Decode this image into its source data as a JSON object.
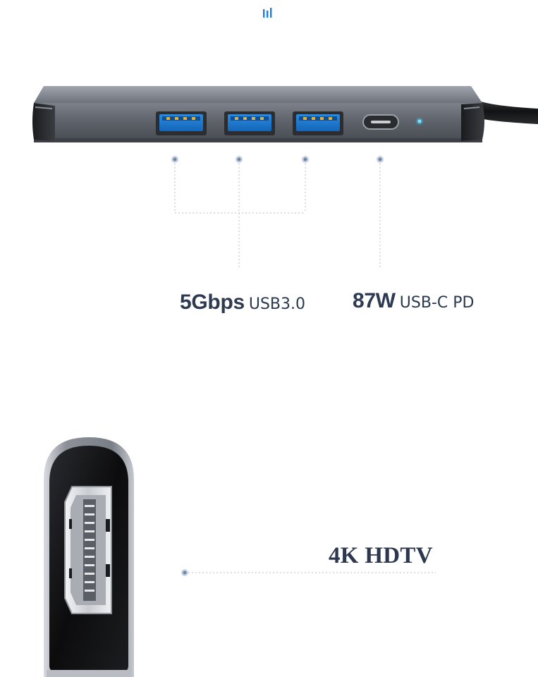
{
  "colors": {
    "background": "#ffffff",
    "label_text": "#2d3a52",
    "usb_blue": "#1e7fd6",
    "indicator_light": "#35d0ff",
    "hub_body": "#6a6f78",
    "leader_line": "#b9bec7"
  },
  "icons": {
    "brand": "brand-logo-icon",
    "usb_port": "usb-a-port-icon",
    "usbc_port": "usb-c-port-icon",
    "hdmi_port": "hdmi-port-icon"
  },
  "callouts": {
    "usb": {
      "value": "5Gbps",
      "description": "USB3.0"
    },
    "pd": {
      "value": "87W",
      "description": "USB-C PD"
    },
    "hdmi": {
      "text": "4K HDTV"
    }
  }
}
